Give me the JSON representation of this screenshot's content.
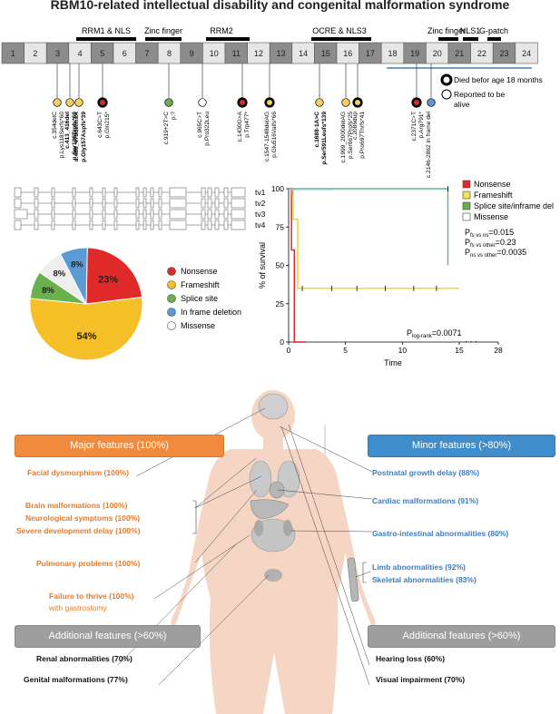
{
  "title": "RBM10-related intellectual disability and congenital malformation syndrome",
  "exons": [
    "1",
    "2",
    "3",
    "4",
    "5",
    "6",
    "7",
    "8",
    "9",
    "10",
    "11",
    "12",
    "13",
    "14",
    "15",
    "16",
    "17",
    "18",
    "19",
    "20",
    "21",
    "22",
    "23",
    "24"
  ],
  "domains": [
    "RRM1 & NLS",
    "Zinc finger",
    "RRM2",
    "OCRE & NLS3",
    "Zinc finger",
    "NLS1",
    "G-patch"
  ],
  "variant_legend": {
    "died": "Died befor age 18 months",
    "alive_line1": "Reported to be",
    "alive_line2": "alive"
  },
  "variants": [
    {
      "cdna": "c.354delC",
      "protein": "p.Lys118Serfs*60",
      "type": "frameshift"
    },
    {
      "cdna": "c.413_416del",
      "protein": "p.Ser138Trpfs*60",
      "type": "frameshift"
    },
    {
      "cdna": "c.488_478delinsA",
      "protein": "p.Gly157Aspfs*39",
      "type": "frameshift"
    },
    {
      "cdna": "c.643C>T",
      "protein": "p.Gln215*",
      "type": "nonsense"
    },
    {
      "cdna": "c.919+2T>C",
      "protein": "p.?",
      "type": "splice"
    },
    {
      "cdna": "c.965C>T",
      "protein": "p.Pro322Leu",
      "type": "missense"
    },
    {
      "cdna": "c.1430G>A",
      "protein": "p.Trp477*",
      "type": "nonsense"
    },
    {
      "cdna": "c.1547-1548delAG",
      "protein": "p.Glu516Valfs*66",
      "type": "frameshift"
    },
    {
      "cdna": "c.1688-1A>C",
      "protein": "p.Ser591Leufs*139",
      "type": "frameshift"
    },
    {
      "cdna": "c.1999_2000delAG",
      "protein": "p.Ser667Profs*25",
      "type": "frameshift"
    },
    {
      "cdna": "c.2086dup",
      "protein": "p.Pro697Thrfs*41",
      "type": "frameshift"
    },
    {
      "cdna": "c.2371C>T",
      "protein": "p.Arg791*",
      "type": "nonsense"
    },
    {
      "cdna": "c.2146-2862 in frame del",
      "protein": "",
      "type": "inframe"
    }
  ],
  "transcripts": [
    "tv1",
    "tv2",
    "tv3",
    "tv4"
  ],
  "pie": {
    "legend": [
      "Nonsense",
      "Frameshift",
      "Splice site",
      "In frame deletion",
      "Missense"
    ],
    "slices": [
      {
        "label": "Nonsense",
        "value": 23,
        "text": "23%",
        "color": "#e02a2a"
      },
      {
        "label": "Frameshift",
        "value": 54,
        "text": "54%",
        "color": "#f5bf28"
      },
      {
        "label": "Splice site",
        "value": 8,
        "text": "8%",
        "color": "#6ab04c"
      },
      {
        "label": "Missense",
        "value": 8,
        "text": "8%",
        "color": "#eeeeee"
      },
      {
        "label": "In frame deletion",
        "value": 8,
        "text": "8%",
        "color": "#5b9bd5"
      }
    ]
  },
  "survival": {
    "ylabel": "% of survival",
    "xlabel": "Time",
    "yticks": [
      "100",
      "75",
      "50",
      "25",
      "0"
    ],
    "xticks": [
      "0",
      "5",
      "10",
      "15",
      "28"
    ],
    "legend": [
      "Nonsense",
      "Frameshift",
      "Splice site/inframe del",
      "Missense"
    ],
    "p_values": [
      {
        "p": "P",
        "sub": "fs vs ns",
        "val": "=0.015"
      },
      {
        "p": "P",
        "sub": "fs vs other",
        "val": "=0.23"
      },
      {
        "p": "P",
        "sub": "ns vs other",
        "val": "=0.0035"
      }
    ],
    "plogrank": {
      "p": "P",
      "sub": "log-rank",
      "val": "=0.0071"
    }
  },
  "features": {
    "major_header": "Major features (100%)",
    "major": [
      "Facial dysmorphism (100%)",
      "Brain malformations (100%)",
      "Neurological symptoms (100%)",
      "Severe development delay (100%)",
      "Pulmonary problems (100%)",
      "Failure to thrive (100%)",
      "with gastrostomy"
    ],
    "minor_header": "Minor features (>80%)",
    "minor": [
      "Postnatal growth delay (88%)",
      "Cardiac malformations (91%)",
      "Gastro-intestinal abnormalities (80%)",
      "Limb abnormalities (92%)",
      "Skeletal abnormalities (83%)"
    ],
    "add_left_header": "Additional features (>60%)",
    "add_left": [
      "Renal abnormalities (70%)",
      "Genital malformations (77%)"
    ],
    "add_right_header": "Additional features (>60%)",
    "add_right": [
      "Hearing loss (60%)",
      "Visual impairment (70%)"
    ]
  },
  "chart_data": [
    {
      "type": "pie",
      "title": "",
      "categories": [
        "Nonsense",
        "Frameshift",
        "Splice site",
        "Missense",
        "In frame deletion"
      ],
      "values": [
        23,
        54,
        8,
        8,
        8
      ]
    },
    {
      "type": "line",
      "title": "",
      "xlabel": "Time",
      "ylabel": "% of survival",
      "ylim": [
        0,
        100
      ],
      "series": [
        {
          "name": "Nonsense",
          "x": [
            0,
            0.25,
            0.25,
            0.5,
            0.5,
            1.5
          ],
          "y": [
            100,
            100,
            60,
            60,
            0,
            0
          ]
        },
        {
          "name": "Frameshift",
          "x": [
            0,
            0.4,
            0.4,
            0.8,
            0.8,
            15
          ],
          "y": [
            100,
            100,
            80,
            80,
            35,
            35
          ]
        },
        {
          "name": "Splice site/inframe del",
          "x": [
            0,
            14,
            14
          ],
          "y": [
            100,
            100,
            50
          ]
        },
        {
          "name": "Missense",
          "x": [
            0,
            0.3
          ],
          "y": [
            100,
            100
          ]
        }
      ]
    }
  ]
}
